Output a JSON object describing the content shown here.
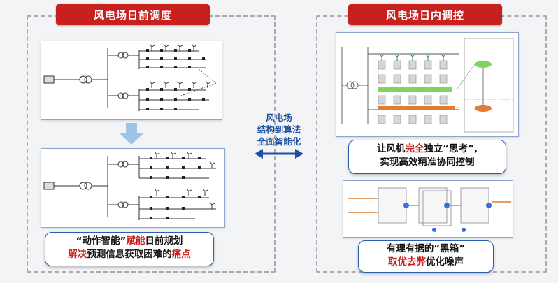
{
  "left": {
    "title": "风电场日前调度",
    "caption_line1": [
      {
        "text": "“动作智能”",
        "red": false
      },
      {
        "text": "赋能",
        "red": true
      },
      {
        "text": "日前规划",
        "red": false
      }
    ],
    "caption_line2": [
      {
        "text": "解决",
        "red": true
      },
      {
        "text": "预测信息获取困难的",
        "red": false
      },
      {
        "text": "痛点",
        "red": true
      }
    ]
  },
  "right": {
    "title": "风电场日内调控",
    "caption1_line1": [
      {
        "text": "让风机",
        "red": false
      },
      {
        "text": "完全",
        "red": true
      },
      {
        "text": "独立“思考”,",
        "red": false
      }
    ],
    "caption1_line2": [
      {
        "text": "实现高效精准协同控制",
        "red": false
      }
    ],
    "caption2_line1": [
      {
        "text": "有理有据的“黑箱”",
        "red": false
      }
    ],
    "caption2_line2": [
      {
        "text": "取优去弊",
        "red": true
      },
      {
        "text": "优化噪声",
        "red": false
      }
    ]
  },
  "center": {
    "line1": "风电场",
    "line2": "结构到算法",
    "line3": "全面智能化"
  },
  "colors": {
    "accent_red": "#c81f1f",
    "accent_blue": "#1f4fa0",
    "arrow_blue": "#5b9bd5"
  }
}
